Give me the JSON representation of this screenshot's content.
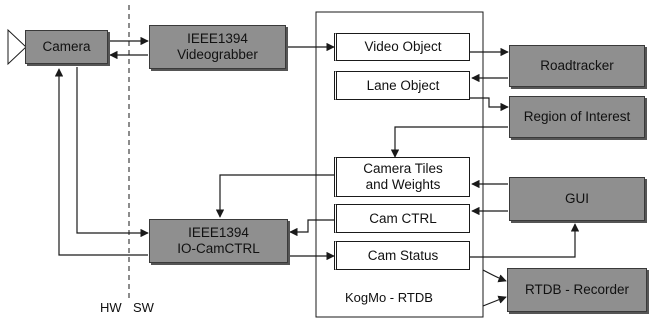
{
  "diagram": {
    "nodes": {
      "camera": "Camera",
      "videograbber": [
        "IEEE1394",
        "Videograbber"
      ],
      "camctrl_driver": [
        "IEEE1394",
        "IO-CamCTRL"
      ],
      "video_object": "Video Object",
      "lane_object": "Lane Object",
      "camera_tiles": [
        "Camera Tiles",
        "and Weights"
      ],
      "cam_ctrl": "Cam CTRL",
      "cam_status": "Cam Status",
      "kogmo_rtdb": "KogMo - RTDB",
      "roadtracker": "Roadtracker",
      "region_of_interest": "Region of Interest",
      "gui": "GUI",
      "rtdb_recorder": "RTDB - Recorder"
    },
    "boundary": {
      "hw": "HW",
      "sw": "SW"
    },
    "colors": {
      "module_fill": "#8f8f8f",
      "object_fill": "#ffffff",
      "line": "#1a1a1a"
    }
  }
}
